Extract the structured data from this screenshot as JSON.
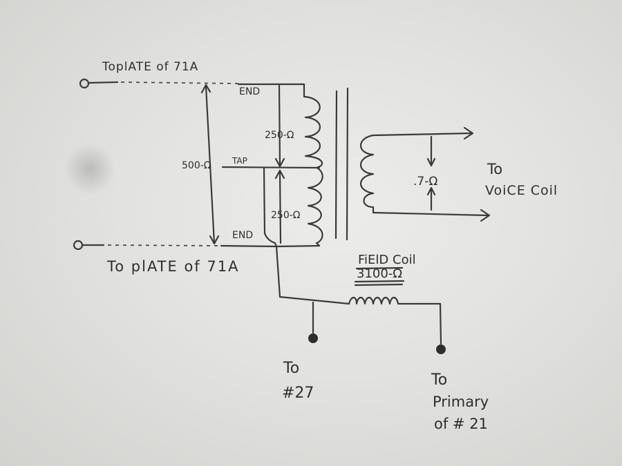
{
  "labels": {
    "top_plate": "ToplATE of 71A",
    "bottom_plate": "To plATE of 71A",
    "end_top": "END",
    "end_bottom": "END",
    "tap": "TAP",
    "half_top": "250-Ω",
    "half_bottom": "250-Ω",
    "total": "500-Ω",
    "secondary": ".7-Ω",
    "voice_to": "To",
    "voice_coil": "VoiCE Coil",
    "field_coil": "FiElD Coil",
    "field_res": "3100-Ω",
    "t27_to": "To",
    "t27_num": "#27",
    "t21_to": "To",
    "t21_primary": "Primary",
    "t21_num": "of # 21"
  }
}
